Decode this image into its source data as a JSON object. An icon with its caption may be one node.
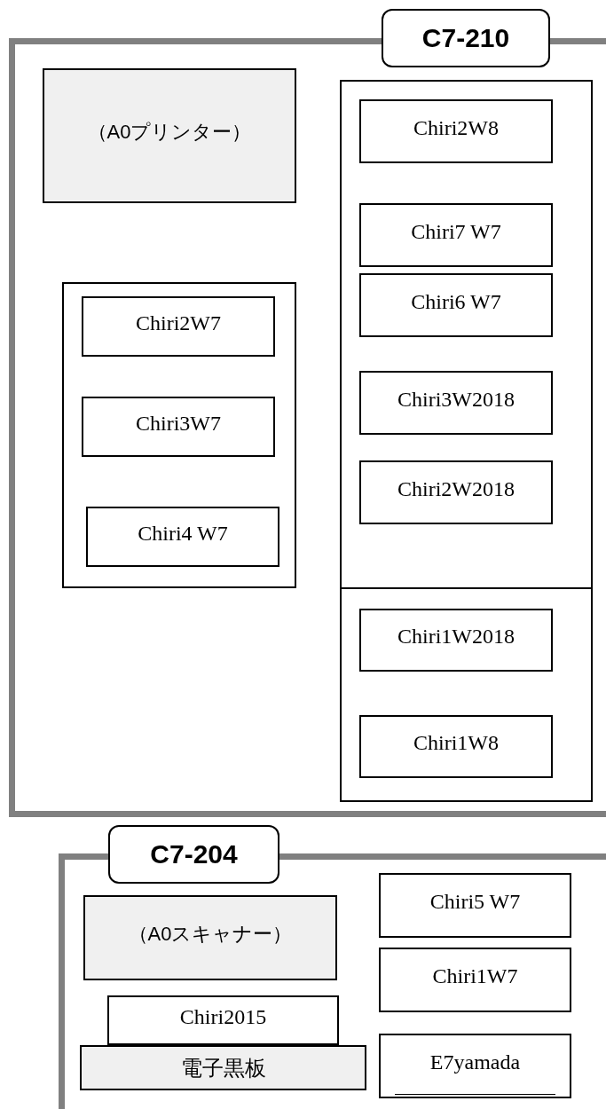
{
  "diagram": {
    "nodes": [
      {
        "text": [],
        "shape": "box"
      },
      {
        "text": [
          "C7-210"
        ]
      },
      {
        "text": [
          "（A0プリンター）"
        ],
        "in": 0
      },
      {
        "text": [],
        "shape": "box",
        "in": 0
      },
      {
        "text": [
          "Chiri2W7"
        ],
        "in": 3
      },
      {
        "text": [
          "Chiri3W7"
        ],
        "in": 3
      },
      {
        "text": [
          "Chiri4 W7"
        ],
        "in": 3
      },
      {
        "text": [],
        "shape": "box",
        "in": 0
      },
      {
        "text": [
          "Chiri2W8"
        ],
        "in": 7
      },
      {
        "text": [
          "Chiri7 W7"
        ],
        "in": 7
      },
      {
        "text": [
          "Chiri6 W7"
        ],
        "in": 7
      },
      {
        "text": [
          "Chiri3W2018"
        ],
        "in": 7
      },
      {
        "text": [
          "Chiri2W2018"
        ],
        "in": 7
      },
      {
        "text": [
          "Chiri1W2018"
        ],
        "in": 7
      },
      {
        "text": [
          "Chiri1W8"
        ],
        "in": 7
      },
      {
        "text": [],
        "shape": "box"
      },
      {
        "text": [
          "C7-204"
        ]
      },
      {
        "text": [
          "（A0スキャナー）"
        ],
        "in": 15
      },
      {
        "text": [
          "Chiri2015"
        ],
        "in": 15
      },
      {
        "text": [
          "電子黒板"
        ],
        "in": 15
      },
      {
        "text": [
          "Chiri5 W7"
        ],
        "in": 15
      },
      {
        "text": [
          "Chiri1W7"
        ],
        "in": 15
      },
      {
        "text": [
          "E7yamada"
        ],
        "in": 15
      }
    ]
  }
}
